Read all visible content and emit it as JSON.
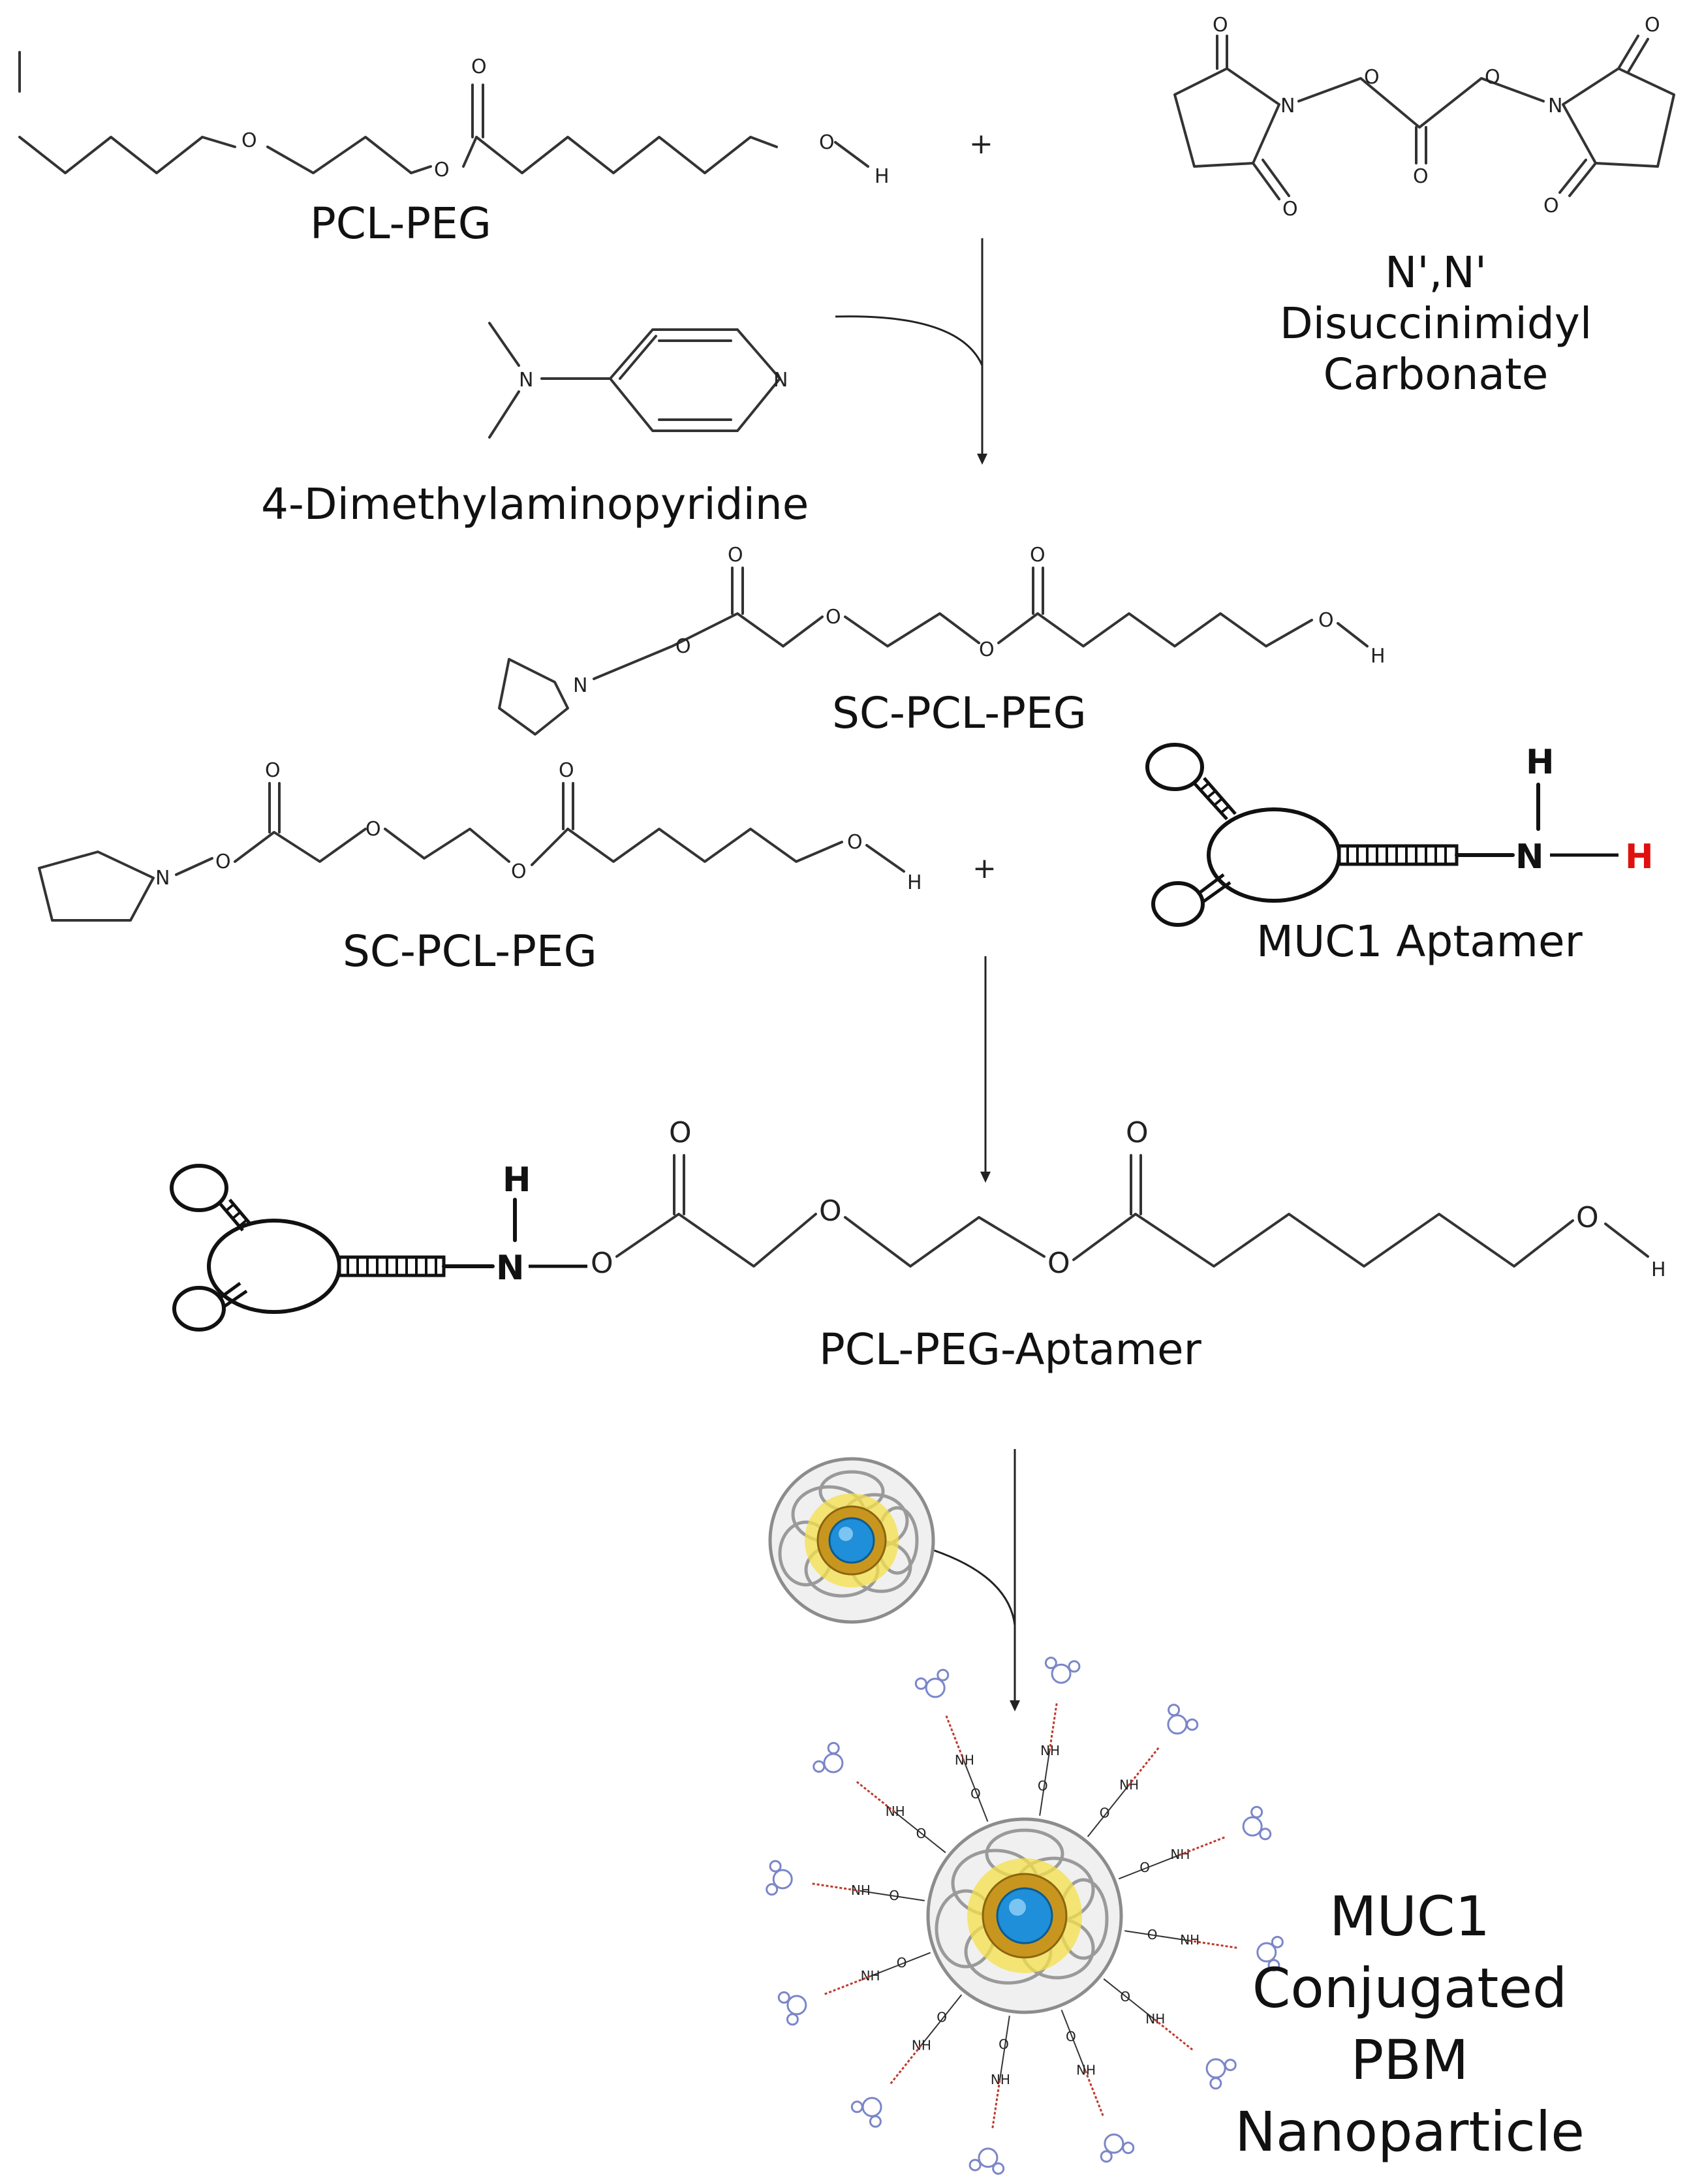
{
  "labels": {
    "pcl_peg": "PCL-PEG",
    "plus": "+",
    "dsc_line1": "N',N'",
    "dsc_line2": "Disuccinimidyl",
    "dsc_line3": "Carbonate",
    "dmap": "4-Dimethylaminopyridine",
    "sc_pcl_peg": "SC-PCL-PEG",
    "muc1_aptamer": "MUC1 Aptamer",
    "pcl_peg_aptamer": "PCL-PEG-Aptamer",
    "product_line1": "MUC1",
    "product_line2": "Conjugated",
    "product_line3": "PBM",
    "product_line4": "Nanoparticle"
  },
  "atoms": {
    "O": "O",
    "OH_o": "O",
    "H": "H",
    "N": "N",
    "NH": "NH"
  },
  "colors": {
    "bond": "#333333",
    "aptamer_red_h": "#e01010",
    "core_blue": "#1e8fd8",
    "shell_gold": "#c8961e",
    "glow_yellow": "#f5e04a",
    "coil_gray": "#8c8c8c",
    "ligand_blue": "#7b86c9",
    "linker_red": "#c0392b"
  }
}
